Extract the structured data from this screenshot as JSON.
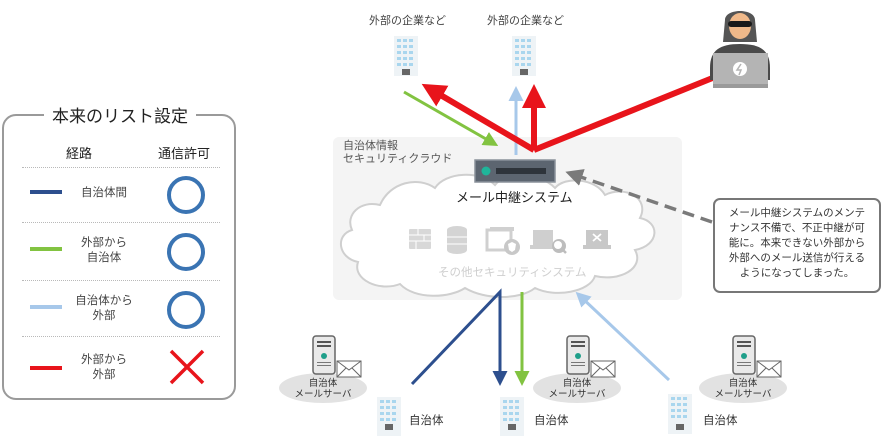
{
  "legend": {
    "title": "本来のリスト設定",
    "col_route": "経路",
    "col_permit": "通信許可",
    "rows": [
      {
        "label_1": "自治体間",
        "label_2": "",
        "line_color": "#2d4f8e",
        "permitted": true,
        "mark": "○"
      },
      {
        "label_1": "外部から",
        "label_2": "自治体",
        "line_color": "#82c341",
        "permitted": true,
        "mark": "○"
      },
      {
        "label_1": "自治体から",
        "label_2": "外部",
        "line_color": "#a7c8ea",
        "permitted": true,
        "mark": "○"
      },
      {
        "label_1": "外部から",
        "label_2": "外部",
        "line_color": "#e8141b",
        "permitted": false,
        "mark": "×"
      }
    ]
  },
  "colors": {
    "inter_municipal": "#2d4f8e",
    "external_to_municipal": "#82c341",
    "municipal_to_external": "#a7c8ea",
    "external_to_external": "#e8141b",
    "permit_circle": "#3a74b3",
    "callout_arrow": "#7a7a7a"
  },
  "external": {
    "company_1": "外部の企業など",
    "company_2": "外部の企業など",
    "attacker_icon": "hacker-icon"
  },
  "cloud": {
    "zone_label_1": "自治体情報",
    "zone_label_2": "セキュリティクラウド",
    "relay_label": "メール中継システム",
    "other_label": "その他セキュリティシステム",
    "security_icons": [
      "firewall-icon",
      "database-icon",
      "browser-shield-icon",
      "laptop-search-icon",
      "laptop-x-icon"
    ]
  },
  "callout": {
    "lines": [
      "メール中継システムのメンテ",
      "ナンス不備で、不正中継が可",
      "能に。本来できない外部から",
      "外部へのメール送信が行える",
      "ようになってしまった。"
    ]
  },
  "municipalities": {
    "muni_1": "自治体",
    "muni_2": "自治体",
    "muni_3": "自治体",
    "server_label_1": "自治体",
    "server_label_2": "メールサーバ"
  }
}
